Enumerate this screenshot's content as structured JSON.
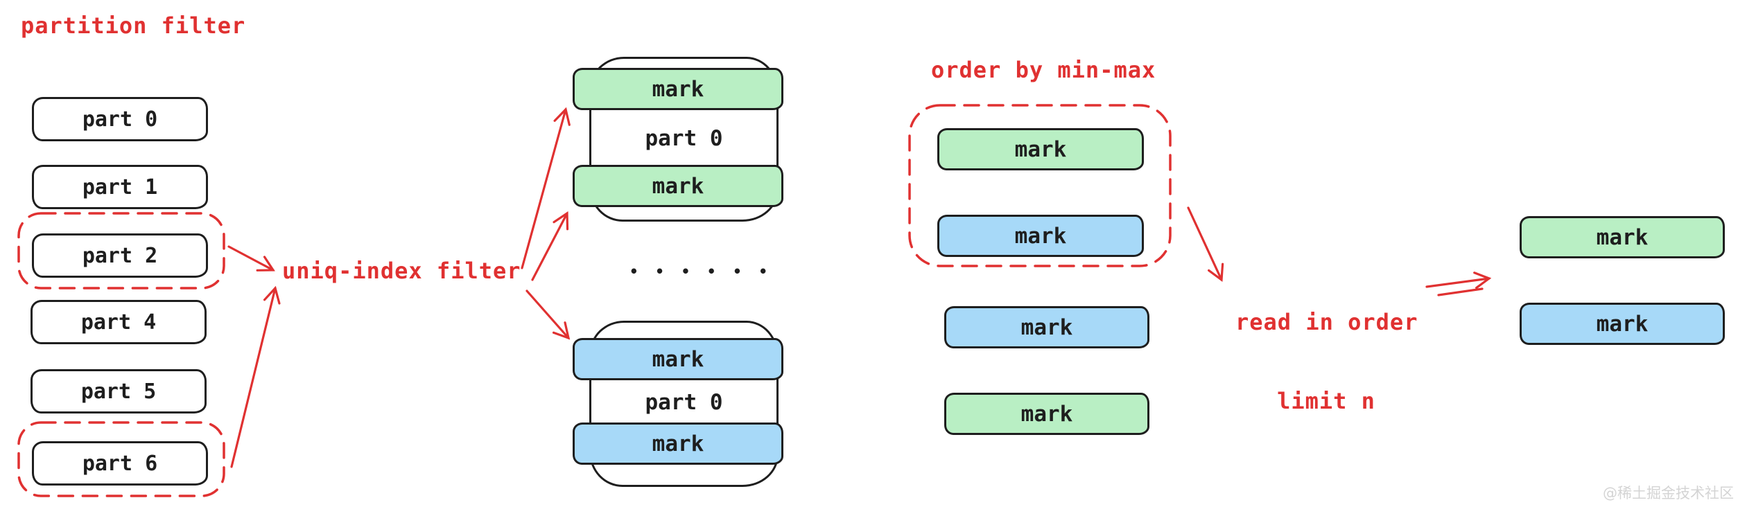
{
  "labels": {
    "partition_filter": "partition filter",
    "uniq_index_filter": "uniq-index filter",
    "order_by_min_max": "order by min-max",
    "read_in_order_line1": "read in order",
    "read_in_order_line2": "limit n"
  },
  "colors": {
    "annotation_red": "#e03131",
    "mark_green": "#b9efc4",
    "mark_blue": "#a7d9f8",
    "stroke_black": "#1e1e1e",
    "watermark_gray": "#d4d4d4"
  },
  "partitions": [
    {
      "label": "part 0",
      "selected": false
    },
    {
      "label": "part 1",
      "selected": false
    },
    {
      "label": "part 2",
      "selected": true
    },
    {
      "label": "part 4",
      "selected": false
    },
    {
      "label": "part 5",
      "selected": false
    },
    {
      "label": "part 6",
      "selected": true
    }
  ],
  "stacks": [
    {
      "color": "green",
      "top_mark": "mark",
      "part": "part 0",
      "bottom_mark": "mark"
    },
    {
      "color": "blue",
      "top_mark": "mark",
      "part": "part 0",
      "bottom_mark": "mark"
    }
  ],
  "ellipsis": "• • • • • •",
  "minmax_group": {
    "marks": [
      {
        "label": "mark",
        "color": "green"
      },
      {
        "label": "mark",
        "color": "blue"
      }
    ]
  },
  "unordered_marks": [
    {
      "label": "mark",
      "color": "blue"
    },
    {
      "label": "mark",
      "color": "green"
    }
  ],
  "output_marks": [
    {
      "label": "mark",
      "color": "green"
    },
    {
      "label": "mark",
      "color": "blue"
    }
  ],
  "watermark": "@稀土掘金技术社区"
}
